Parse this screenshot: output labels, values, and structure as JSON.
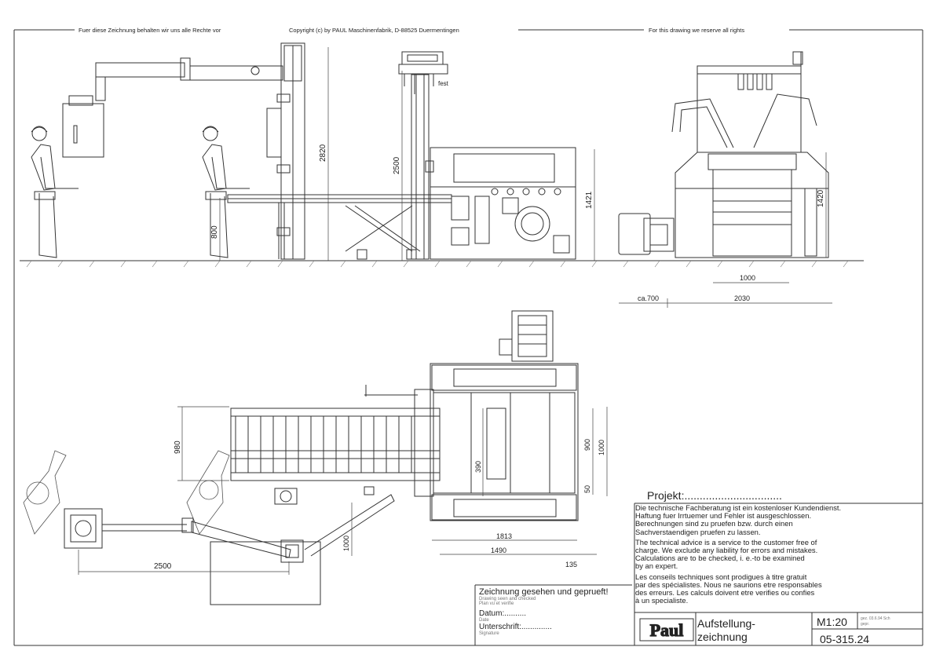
{
  "border": {
    "text_de": "Fuer diese Zeichnung behalten wir uns alle Rechte vor",
    "text_copyright": "Copyright (c) by PAUL Maschinenfabrik, D-88525 Duermentingen",
    "text_en": "For this drawing we reserve all rights"
  },
  "dimensions": {
    "d2820": "2820",
    "d800": "800",
    "d2500_v": "2500",
    "d1421": "1421",
    "d1420": "1420",
    "d1000_side": "1000",
    "d2030": "2030",
    "ca700": "ca.700",
    "d980": "980",
    "d390": "390",
    "d900": "900",
    "d1000_top": "1000",
    "d50": "50",
    "d1813": "1813",
    "d1490": "1490",
    "d135": "135",
    "d1000_arm": "1000",
    "d2500_h": "2500"
  },
  "labels": {
    "fest": "fest"
  },
  "project": {
    "label": "Projekt:................................"
  },
  "notes": {
    "de": "Die technische Fachberatung ist ein kostenloser Kundendienst.\nHaftung fuer Irrtuemer und Fehler ist ausgeschlossen.\nBerechnungen sind zu pruefen bzw. durch einen\nSachverstaendigen pruefen zu lassen.",
    "en": "The technical advice is a service to the customer free of\ncharge. We exclude any liability for errors and mistakes.\nCalculations are to be checked, i. e.-to be examined\nby an expert.",
    "fr": "Les conseils techniques  sont prodigues à titre gratuit\npar des spécialistes. Nous ne saurions etre responsables\ndes erreurs. Les calculs doivent etre verifies ou confies\nà un specialiste."
  },
  "approval": {
    "heading": "Zeichnung gesehen und geprueft!",
    "heading_en": "Drawing seen and checked",
    "heading_fr": "Plan vu et verifie",
    "date_label": "Datum:..........",
    "date_sub": "Date",
    "signature_label": "Unterschrift:..............",
    "signature_sub": "Signature"
  },
  "title_block": {
    "logo_text": "Paul",
    "title_line1": "Aufstellung-",
    "title_line2": "zeichnung",
    "scale": "M1:20",
    "drawing_no": "05-315.24",
    "stamp_line1": "gez. 03.6.94 Sch",
    "stamp_line2": "gepr."
  }
}
